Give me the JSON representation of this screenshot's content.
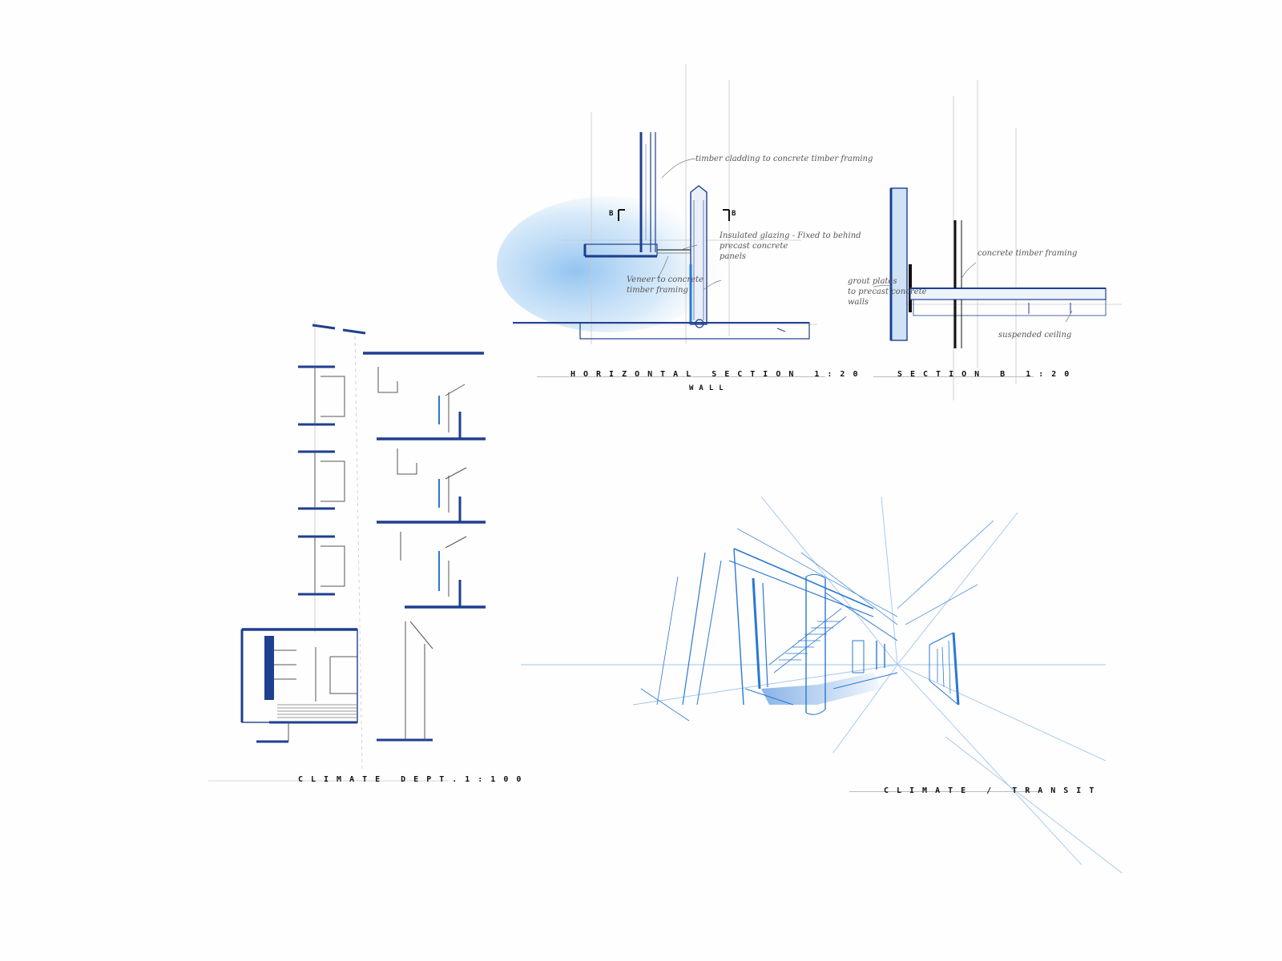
{
  "captions": {
    "horizontal_section": "HORIZONTAL SECTION 1:20",
    "horizontal_section_sub": "WALL",
    "section_b": "SECTION B 1:20",
    "plan": "CLIMATE DEPT.1:100",
    "perspective": "CLIMATE / TRANSIT"
  },
  "section_markers": {
    "left": "B",
    "right": "B"
  },
  "annotations": {
    "timber_cladding": "timber cladding to concrete timber framing",
    "insulated_glazing": "Insulated glazing - Fixed to behind\nprecast concrete\npanels",
    "veneer_framing": "Veneer to concrete\ntimber framing",
    "concrete_timber": "concrete timber framing",
    "grout_plates": "grout plates\nto precast concrete\nwalls",
    "suspended_ceiling": "suspended ceiling"
  },
  "colors": {
    "ink": "#1f3f8f",
    "blue_pencil": "#2a78d4",
    "blue_wash": "#9cc8ef",
    "graphite": "#666666"
  }
}
